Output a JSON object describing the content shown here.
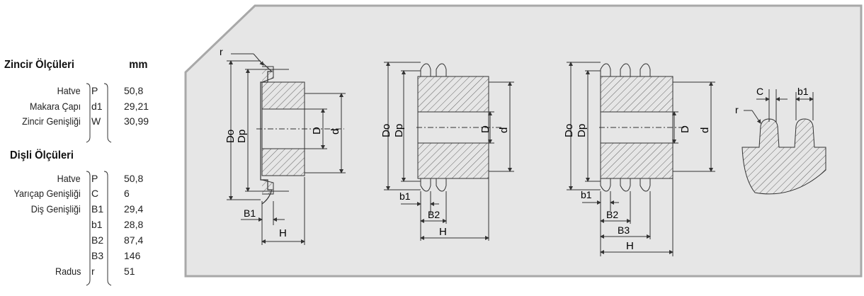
{
  "chain_section": {
    "title": "Zincir Ölçüleri",
    "unit": "mm",
    "rows": [
      {
        "label": "Hatve",
        "symbol": "P",
        "value": "50,8"
      },
      {
        "label": "Makara Çapı",
        "symbol": "d1",
        "value": "29,21"
      },
      {
        "label": "Zincir Genişliği",
        "symbol": "W",
        "value": "30,99"
      }
    ]
  },
  "sprocket_section": {
    "title": "Dişli Ölçüleri",
    "rows": [
      {
        "label": "Hatve",
        "symbol": "P",
        "value": "50,8"
      },
      {
        "label": "Yarıçap Genişliği",
        "symbol": "C",
        "value": "6"
      },
      {
        "label": "Diş Genişliği",
        "symbol": "B1",
        "value": "29,4"
      },
      {
        "label": "",
        "symbol": "b1",
        "value": "28,8"
      },
      {
        "label": "",
        "symbol": "B2",
        "value": "87,4"
      },
      {
        "label": "",
        "symbol": "B3",
        "value": "146"
      },
      {
        "label": "Radus",
        "symbol": "r",
        "value": "51"
      }
    ]
  },
  "drawing": {
    "panel_color": "#e6e6e6",
    "labels": {
      "r": "r",
      "Do": "Do",
      "Dp": "Dp",
      "D": "D",
      "d": "d",
      "B1": "B1",
      "B2": "B2",
      "B3": "B3",
      "H": "H",
      "b1": "b1",
      "C": "C"
    }
  }
}
